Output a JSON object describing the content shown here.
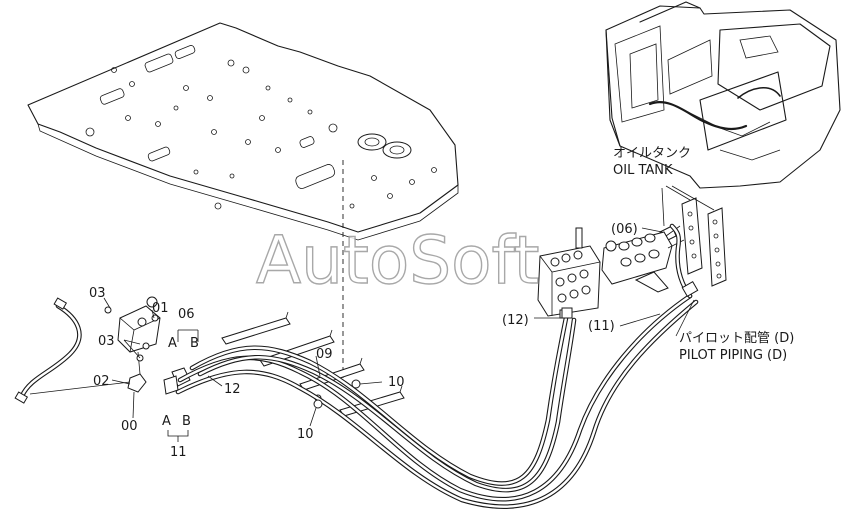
{
  "watermark": "AutoSoft",
  "labels": {
    "oil_tank_jp": "オイルタンク",
    "oil_tank_en": "OIL TANK",
    "pilot_piping_jp": "パイロット配管 (D)",
    "pilot_piping_en": "PILOT PIPING (D)",
    "p06_paren": "(06)",
    "p12_paren": "(12)",
    "p11_paren": "(11)",
    "p03_top": "03",
    "p01": "01",
    "p06": "06",
    "p03_mid": "03",
    "p02": "02",
    "p00": "00",
    "p09": "09",
    "p12": "12",
    "p10_right": "10",
    "p10_bottom": "10",
    "p11": "11",
    "a_top": "A",
    "b_top": "B",
    "a_bottom": "A",
    "b_bottom": "B"
  }
}
